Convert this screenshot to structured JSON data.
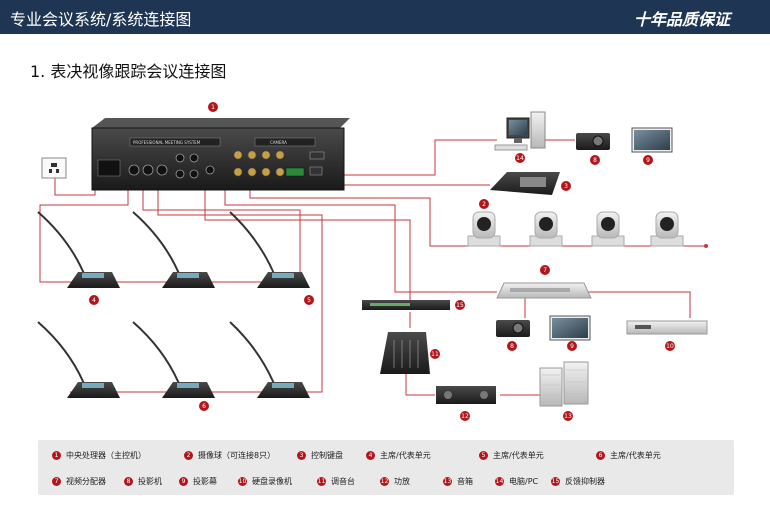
{
  "header": {
    "title": "专业会议系统/系统连接图",
    "slogan": "十年品质保证",
    "bg_color": "#1e3553"
  },
  "section_title": "1. 表决视像跟踪会议连接图",
  "main_unit": {
    "panel_left": "PROFESSIONAL MEETING SYSTEM",
    "panel_right": "CAMERA"
  },
  "badges": {
    "n1": "1",
    "n2": "2",
    "n3": "3",
    "n4": "4",
    "n5": "5",
    "n6": "6",
    "n7": "7",
    "n8": "8",
    "n9": "9",
    "n10": "10",
    "n11": "11",
    "n12": "12",
    "n13": "13",
    "n14": "14",
    "n15": "15"
  },
  "legend": [
    {
      "num": "1",
      "label": "中央处理器（主控机）"
    },
    {
      "num": "2",
      "label": "摄像球（可连接8只）"
    },
    {
      "num": "3",
      "label": "控制键盘"
    },
    {
      "num": "4",
      "label": "主席/代表单元"
    },
    {
      "num": "5",
      "label": "主席/代表单元"
    },
    {
      "num": "6",
      "label": "主席/代表单元"
    },
    {
      "num": "7",
      "label": "视频分配器"
    },
    {
      "num": "8",
      "label": "投影机"
    },
    {
      "num": "9",
      "label": "投影幕"
    },
    {
      "num": "10",
      "label": "硬盘录像机"
    },
    {
      "num": "11",
      "label": "调音台"
    },
    {
      "num": "12",
      "label": "功放"
    },
    {
      "num": "13",
      "label": "音箱"
    },
    {
      "num": "14",
      "label": "电脑/PC"
    },
    {
      "num": "15",
      "label": "反馈抑制器"
    }
  ],
  "colors": {
    "accent": "#b2161b",
    "wire": "#c9373c",
    "device_dark": "#2a2a2a"
  }
}
